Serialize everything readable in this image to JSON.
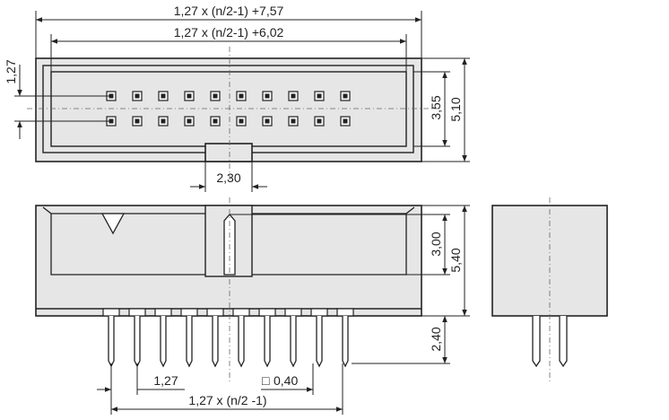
{
  "dimensions": {
    "overall_length": "1,27 x (n/2-1) +7,57",
    "inner_length": "1,27 x (n/2-1) +6,02",
    "row_pitch": "1,27",
    "pin_area_height": "3,55",
    "body_depth": "5,10",
    "key_width": "2,30",
    "body_height_upper": "3,00",
    "body_height_total": "5,40",
    "pin_length": "2,40",
    "pin_pitch": "1,27",
    "pin_size": "0,40",
    "pin_span": "1,27 x (n/2 -1)"
  },
  "pin_size_symbol": "□"
}
